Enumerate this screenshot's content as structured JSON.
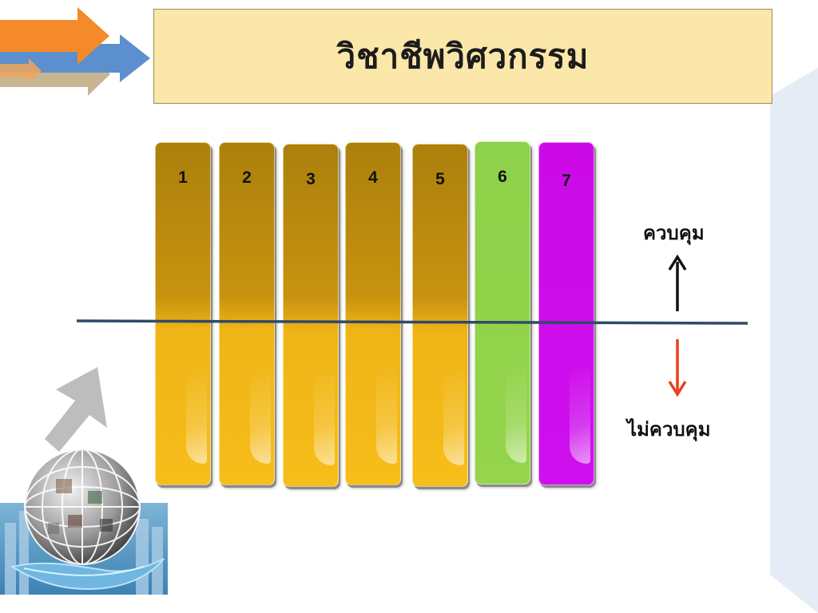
{
  "title": "วิชาชีพวิศวกรรม",
  "bars": [
    {
      "label": "1",
      "color": "gold"
    },
    {
      "label": "2",
      "color": "gold"
    },
    {
      "label": "3",
      "color": "gold"
    },
    {
      "label": "4",
      "color": "gold"
    },
    {
      "label": "5",
      "color": "gold"
    },
    {
      "label": "6",
      "color": "green"
    },
    {
      "label": "7",
      "color": "purple"
    }
  ],
  "labels": {
    "controlled": "ควบคุม",
    "uncontrolled": "ไม่ควบคุม"
  },
  "colors": {
    "title_bg": "#fbe7a9",
    "divider": "#2f4a6a",
    "gold": "#efb517",
    "green": "#95d44c",
    "purple": "#cf10ee",
    "arrow_down": "#e8401c",
    "arrow_up": "#111111",
    "deco_orange": "#f58a2a",
    "deco_blue": "#5b8fce",
    "deco_tan": "#c8b692",
    "panel": "#e6ecf5"
  }
}
